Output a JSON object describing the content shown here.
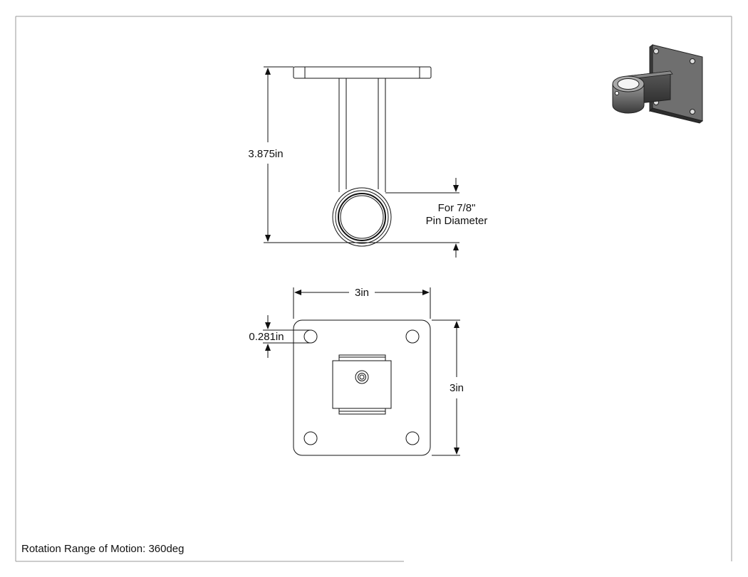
{
  "drawing": {
    "side_view": {
      "height_dimension": "3.875in",
      "pin_note_line1": "For 7/8\"",
      "pin_note_line2": "Pin Diameter"
    },
    "top_view": {
      "width_dimension": "3in",
      "height_dimension": "3in",
      "hole_dimension": "0.281in"
    },
    "footer_note": "Rotation Range of Motion: 360deg"
  },
  "colors": {
    "line": "#111111",
    "frame": "#9a9a9a",
    "plate_face": "#6f6f6f",
    "plate_edge": "#3a3a3a",
    "arm": "#555555",
    "hub": "#7a7a7a"
  }
}
